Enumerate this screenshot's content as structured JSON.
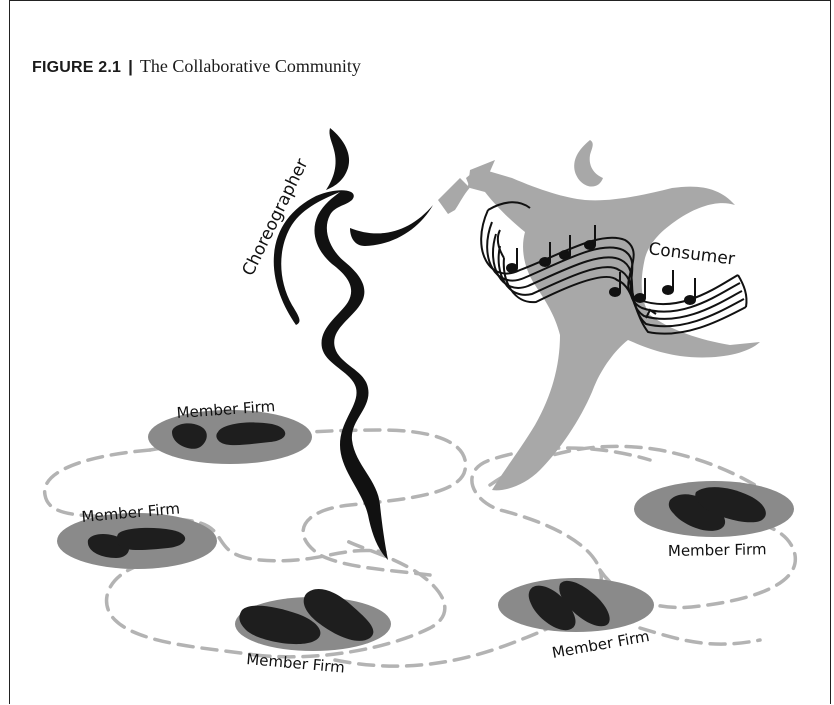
{
  "figure": {
    "number": "FIGURE 2.1",
    "separator": "|",
    "title": "The Collaborative Community"
  },
  "labels": {
    "choreographer": "Choreographer",
    "consumer": "Consumer",
    "member_firms": [
      "Member Firm",
      "Member Firm",
      "Member Firm",
      "Member Firm",
      "Member Firm"
    ]
  },
  "colors": {
    "dancer_gray": "#a8a8a8",
    "pad_gray": "#8a8a8a",
    "shoe": "#1e1e1e",
    "dashed_path": "#b3b3b3",
    "ink": "#111111"
  }
}
